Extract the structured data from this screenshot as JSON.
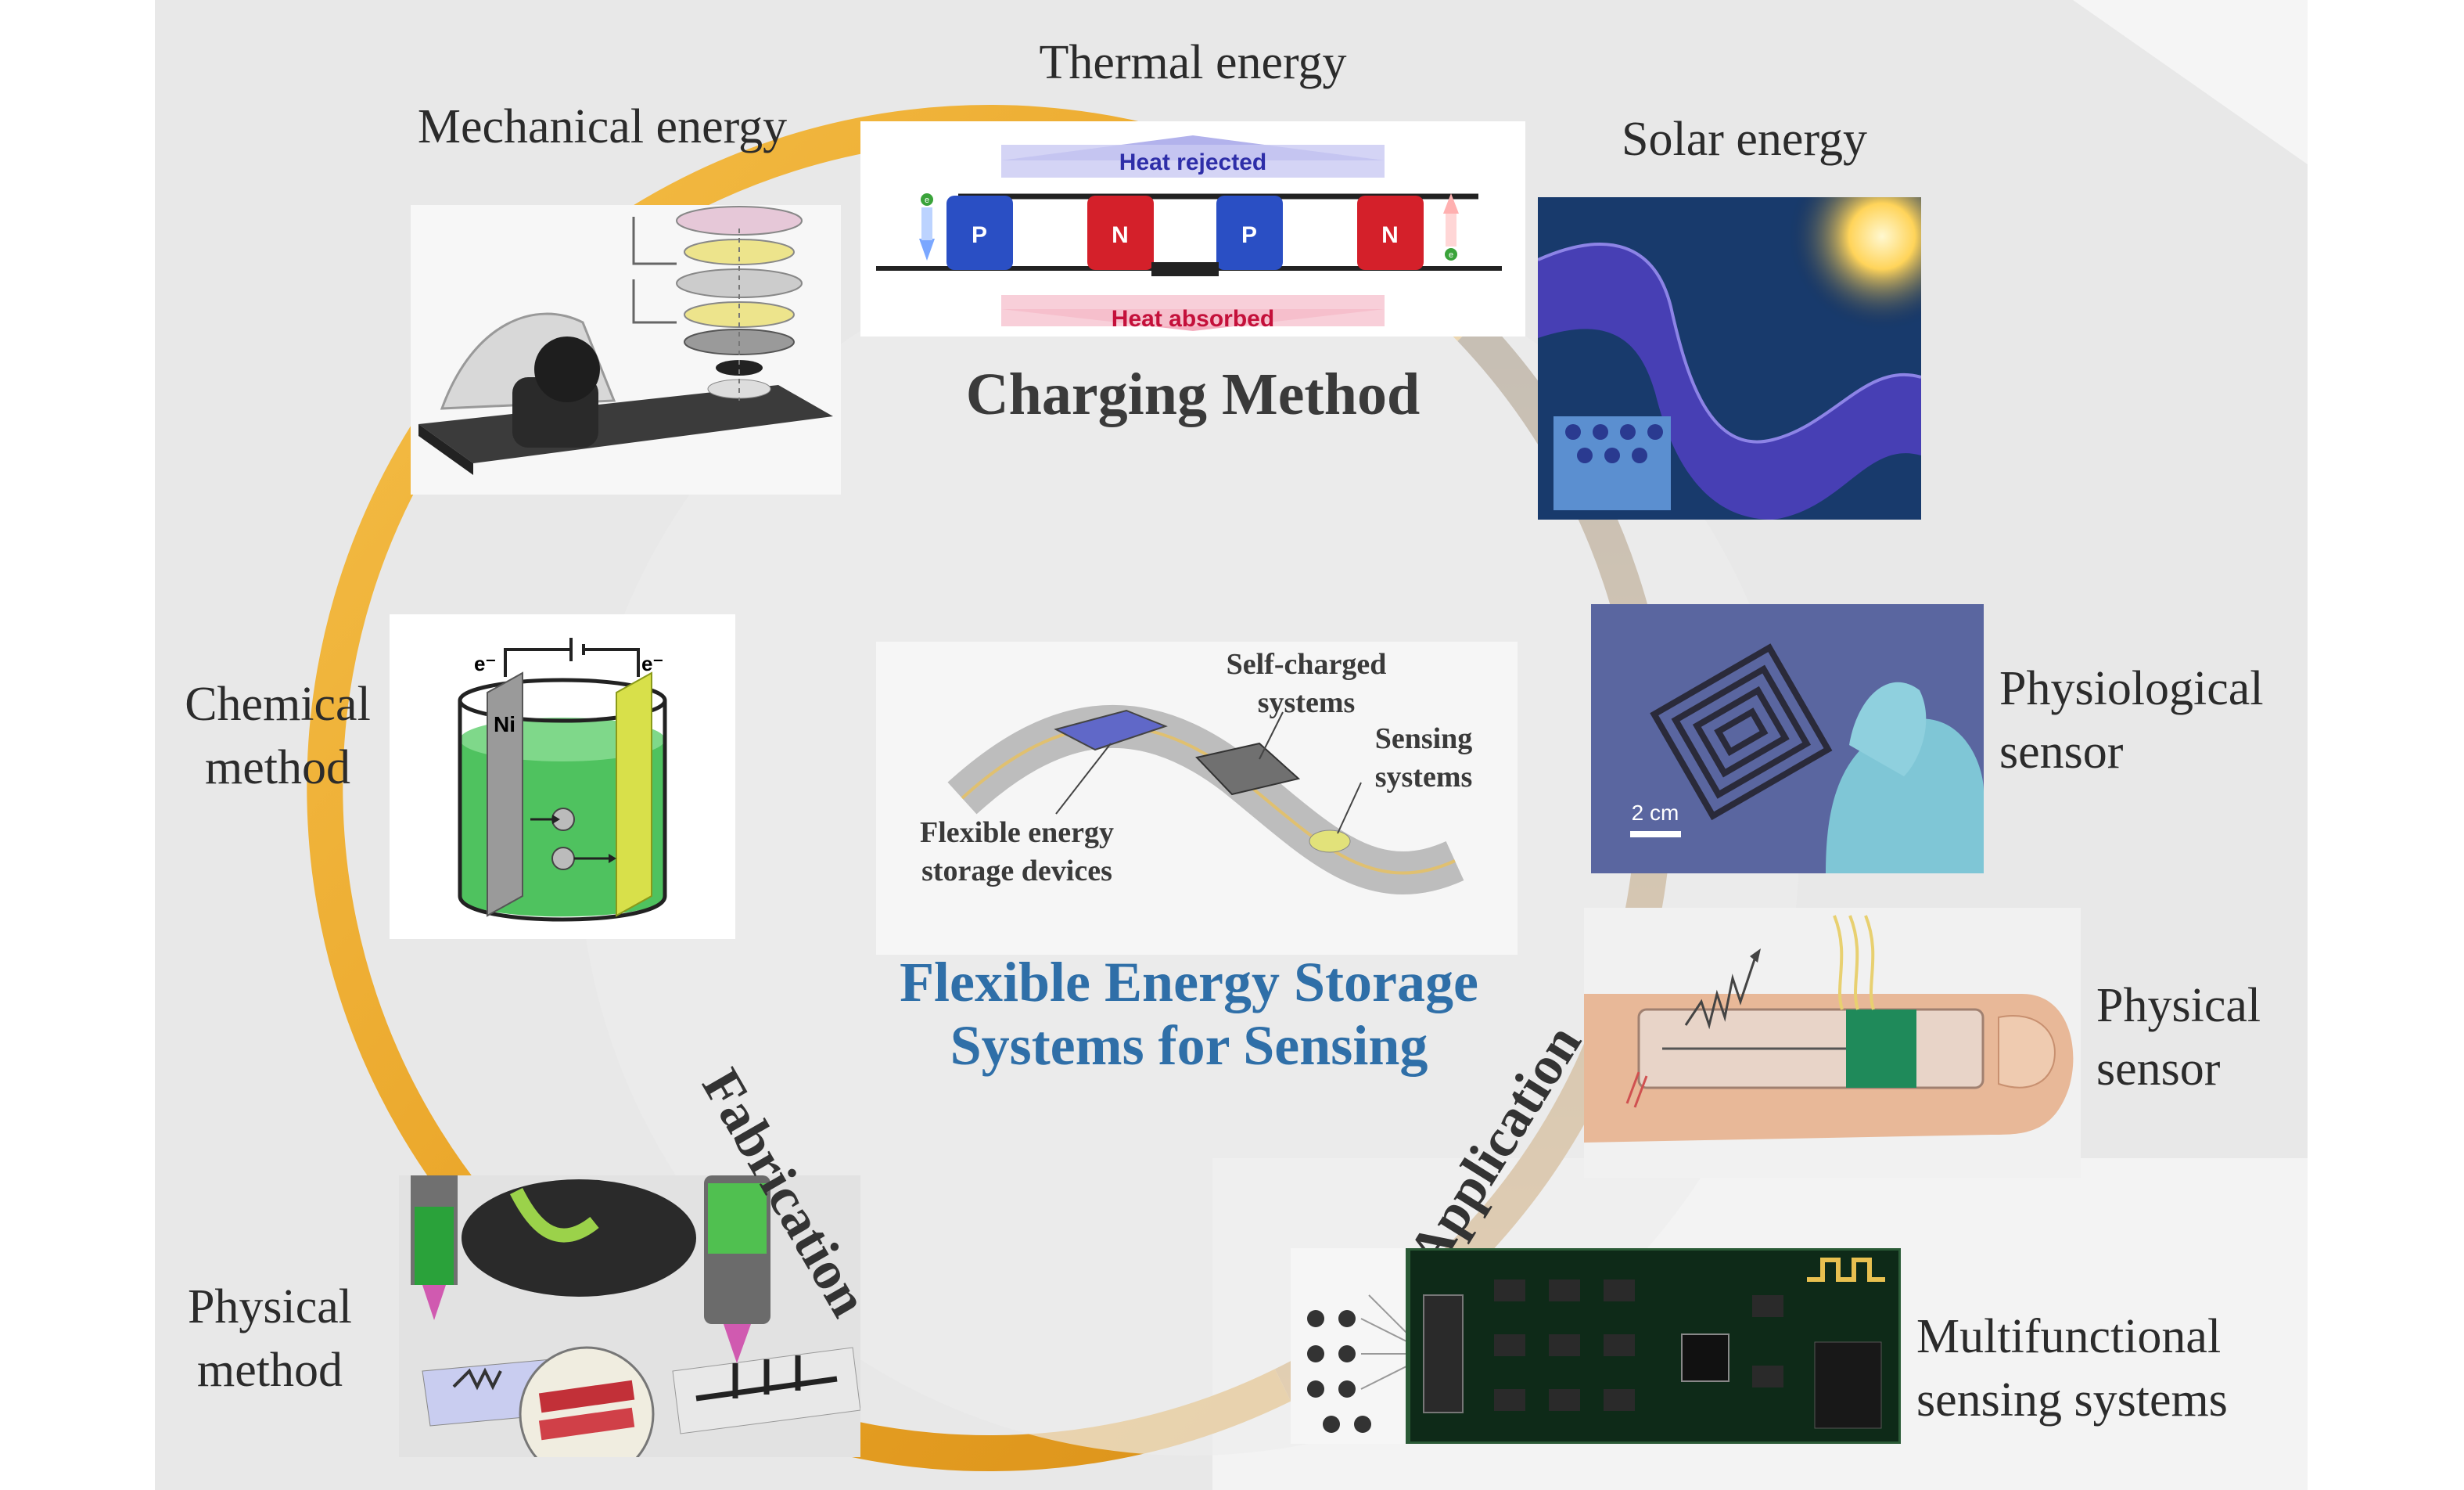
{
  "center": {
    "title_line1": "Flexible Energy Storage",
    "title_line2": "Systems for Sensing",
    "device_labels": {
      "self_charged_line1": "Self-charged",
      "self_charged_line2": "systems",
      "sensing_line1": "Sensing",
      "sensing_line2": "systems",
      "storage_line1": "Flexible energy",
      "storage_line2": "storage devices"
    }
  },
  "arcs": {
    "charging": "Charging Method",
    "fabrication": "Fabrication",
    "application": "Application"
  },
  "charging": {
    "thermal": "Thermal energy",
    "mechanical": "Mechanical energy",
    "solar": "Solar energy",
    "thermal_diagram": {
      "heat_rejected": "Heat rejected",
      "heat_absorbed": "Heat absorbed",
      "legs": [
        "P",
        "N",
        "P",
        "N"
      ],
      "carrier": "e"
    }
  },
  "fabrication": {
    "chemical_line1": "Chemical",
    "chemical_line2": "method",
    "physical_line1": "Physical",
    "physical_line2": "method",
    "chemical_diagram": {
      "electron_left": "e⁻",
      "electron_right": "e⁻",
      "electrode": "Ni"
    }
  },
  "application": {
    "physiological_line1": "Physiological",
    "physiological_line2": "sensor",
    "physical_line1": "Physical",
    "physical_line2": "sensor",
    "multifunctional_line1": "Multifunctional",
    "multifunctional_line2": "sensing systems",
    "scale_bar": "2 cm"
  },
  "colors": {
    "arc_light": "#f2b33a",
    "arc_dark": "#9a6a2a",
    "title_blue": "#2f6fa8",
    "p_leg": "#2a4fc4",
    "n_leg": "#d4202a",
    "heat_rejected": "#4646c8",
    "heat_absorbed": "#e0204a"
  }
}
